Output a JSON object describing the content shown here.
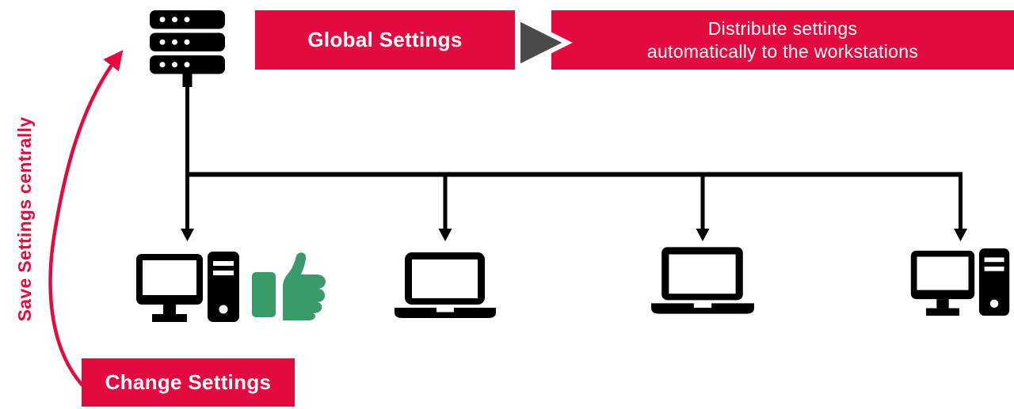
{
  "banners": {
    "global_settings": {
      "label": "Global Settings",
      "bg": "#E20B3F",
      "text_color": "#FFFFFF"
    },
    "distribute": {
      "line1": "Distribute settings",
      "line2": "automatically to the workstations",
      "bg": "#E20B3F",
      "text_color": "#FFFFFF"
    },
    "change_settings": {
      "label": "Change Settings",
      "bg": "#E20B3F",
      "text_color": "#FFFFFF"
    }
  },
  "labels": {
    "save_centrally": "Save Settings centrally"
  },
  "colors": {
    "accent_red": "#E20B3F",
    "triangle_gray": "#4A4A48",
    "icon_black": "#000000",
    "thumb_green": "#3A9A68"
  },
  "icons": {
    "central_server": "server-rack-icon",
    "flow_arrow": "right-triangle-arrow-icon",
    "feedback_arrow": "curved-arrow-up-icon",
    "approval": "thumbs-up-icon",
    "workstations": [
      "desktop-computer-icon",
      "laptop-icon",
      "laptop-icon",
      "desktop-computer-icon"
    ]
  }
}
